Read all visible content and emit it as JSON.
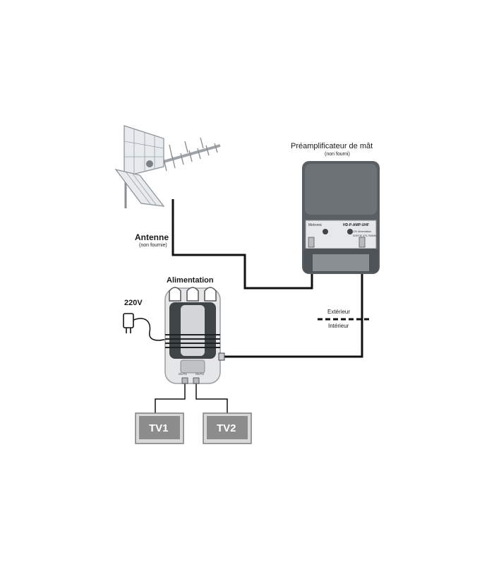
{
  "labels": {
    "preamp_title": "Préamplificateur de mât",
    "preamp_note": "(non fourni)",
    "antenna_title": "Antenne",
    "antenna_note": "(non fournie)",
    "power_title": "Alimentation",
    "voltage": "220V",
    "outside": "Extérieur",
    "inside": "Intérieur",
    "tv1": "TV1",
    "tv2": "TV2"
  },
  "device_text": {
    "preamp_model": "HD-P-AMP-UHF",
    "preamp_brand": "Metronic",
    "preamp_specs_1": "12V  Alimentation",
    "preamp_specs_2": "SORTIE 470-790MHz",
    "power_out1": "OUT1",
    "power_out2": "OUT2"
  },
  "colors": {
    "cable": "#111111",
    "device_dark": "#555a5e",
    "device_light": "#cfd3d6",
    "tv_screen": "#8c8c8c",
    "tv_body": "#d8d8d8"
  }
}
